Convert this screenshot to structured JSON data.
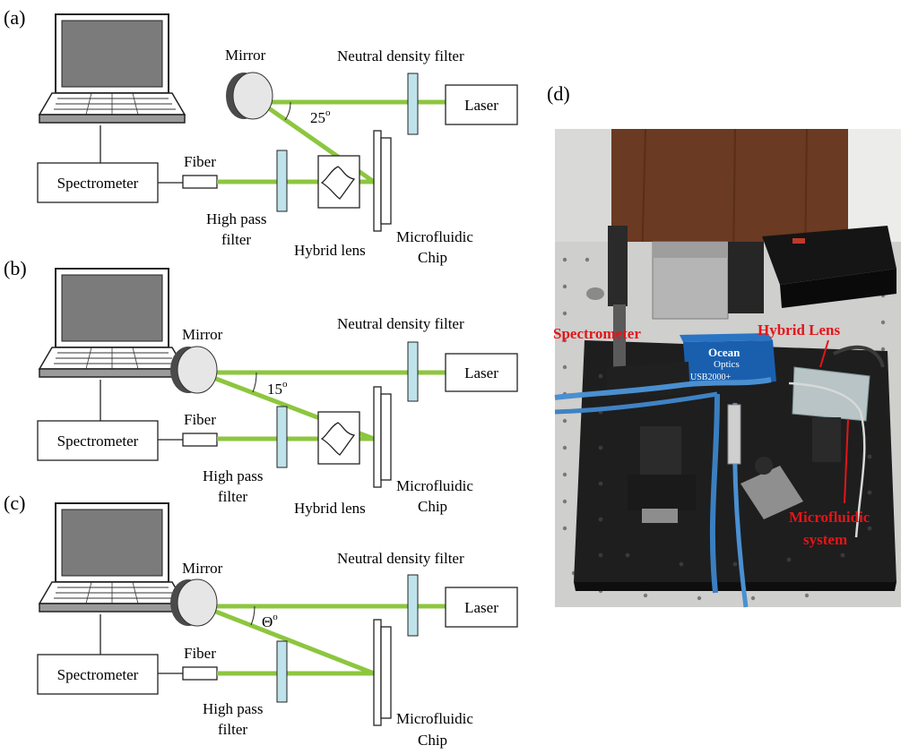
{
  "panels": {
    "a": {
      "label": "(a)",
      "spectrometer": "Spectrometer",
      "fiber": "Fiber",
      "mirror": "Mirror",
      "nd_filter": "Neutral density filter",
      "laser": "Laser",
      "angle": "25",
      "angle_unit": "o",
      "high_pass_1": "High pass",
      "high_pass_2": "filter",
      "hybrid_lens": "Hybrid lens",
      "chip_1": "Microfluidic",
      "chip_2": "Chip"
    },
    "b": {
      "label": "(b)",
      "spectrometer": "Spectrometer",
      "fiber": "Fiber",
      "mirror": "Mirror",
      "nd_filter": "Neutral density filter",
      "laser": "Laser",
      "angle": "15",
      "angle_unit": "o",
      "high_pass_1": "High pass",
      "high_pass_2": "filter",
      "hybrid_lens": "Hybrid lens",
      "chip_1": "Microfluidic",
      "chip_2": "Chip"
    },
    "c": {
      "label": "(c)",
      "spectrometer": "Spectrometer",
      "fiber": "Fiber",
      "mirror": "Mirror",
      "nd_filter": "Neutral density filter",
      "laser": "Laser",
      "angle": "Θ",
      "angle_unit": "o",
      "high_pass_1": "High pass",
      "high_pass_2": "filter",
      "chip_1": "Microfluidic",
      "chip_2": "Chip"
    },
    "d": {
      "label": "(d)",
      "photo_labels": {
        "spectrometer": "Spectrometer",
        "hybrid_lens": "Hybrid Lens",
        "microfluidic_1": "Microfluidic",
        "microfluidic_2": "system",
        "brand_1": "Ocean",
        "brand_2": "Optics",
        "model": "USB2000+"
      }
    }
  },
  "colors": {
    "beam": "#8dc63f",
    "filter": "#bfe3ea",
    "annotation": "#e3151a"
  }
}
